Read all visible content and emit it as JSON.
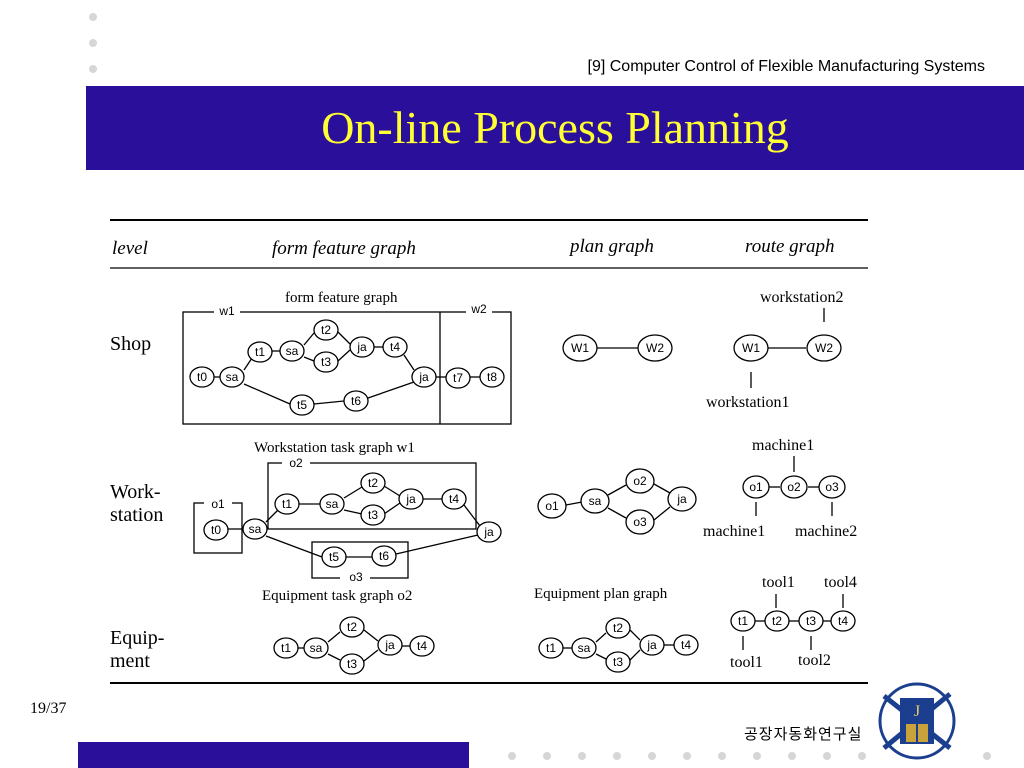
{
  "header": {
    "reference": "[9] Computer Control of Flexible Manufacturing Systems",
    "title": "On-line Process Planning"
  },
  "table": {
    "columns": [
      "level",
      "form feature graph",
      "plan graph",
      "route graph"
    ],
    "rows": {
      "shop": {
        "level": "Shop",
        "form_caption": "form feature graph",
        "w1": "w1",
        "w2": "w2",
        "nodes": [
          "t0",
          "sa",
          "t1",
          "sa",
          "t2",
          "t3",
          "ja",
          "t4",
          "t5",
          "t6",
          "ja",
          "t7",
          "t8"
        ],
        "plan_nodes": [
          "W1",
          "W2"
        ],
        "route_nodes": [
          "W1",
          "W2"
        ],
        "route_top": "workstation2",
        "route_bottom": "workstation1"
      },
      "workstation": {
        "level_line1": "Work-",
        "level_line2": "station",
        "form_caption": "Workstation task graph w1",
        "o1": "o1",
        "o2": "o2",
        "o3": "o3",
        "nodes": [
          "t0",
          "sa",
          "t1",
          "sa",
          "t2",
          "t3",
          "ja",
          "t4",
          "ja",
          "t5",
          "t6"
        ],
        "plan_nodes": [
          "o1",
          "sa",
          "o2",
          "o3",
          "ja"
        ],
        "route_nodes": [
          "o1",
          "o2",
          "o3"
        ],
        "route_top": "machine1",
        "route_bottom_left": "machine1",
        "route_bottom_right": "machine2"
      },
      "equipment": {
        "level_line1": "Equip-",
        "level_line2": "ment",
        "form_caption": "Equipment task graph o2",
        "plan_caption": "Equipment plan graph",
        "nodes": [
          "t1",
          "sa",
          "t2",
          "t3",
          "ja",
          "t4"
        ],
        "plan_nodes": [
          "t1",
          "sa",
          "t2",
          "t3",
          "ja",
          "t4"
        ],
        "route_nodes": [
          "t1",
          "t2",
          "t3",
          "t4"
        ],
        "tool_top_left": "tool1",
        "tool_top_right": "tool4",
        "tool_bottom_left": "tool1",
        "tool_bottom_right": "tool2"
      }
    }
  },
  "footer": {
    "page": "19/37",
    "lab": "공장자동화연구실"
  },
  "colors": {
    "band": "#2a0f9a",
    "title_text": "#ffff33",
    "dots": "#d6d6d6"
  }
}
